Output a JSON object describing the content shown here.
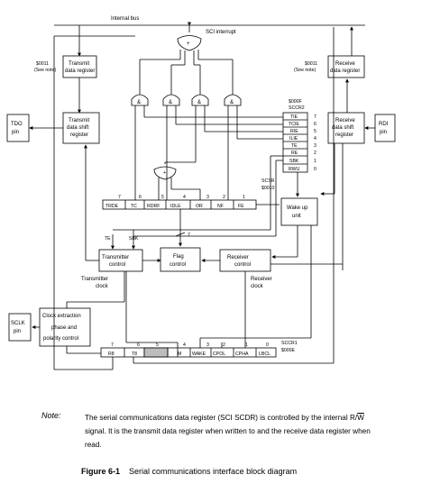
{
  "diagram": {
    "internal_bus": "Internal bus",
    "sci_interrupt": "SCI interrupt",
    "tx_data_reg": {
      "addr": "$0011",
      "see_note": "(See note)",
      "line1": "Transmit",
      "line2": "data register"
    },
    "rx_data_reg": {
      "addr": "$0011",
      "see_note": "(See note)",
      "line1": "Receive",
      "line2": "data register"
    },
    "tx_shift_reg": {
      "line1": "Transmit",
      "line2": "data shift",
      "line3": "register"
    },
    "rx_shift_reg": {
      "line1": "Receive",
      "line2": "data shift",
      "line3": "register"
    },
    "tdo_pin": {
      "line1": "TDO",
      "line2": "pin"
    },
    "rdi_pin": {
      "line1": "RDI",
      "line2": "pin"
    },
    "sclk_pin": {
      "line1": "SCLK",
      "line2": "pin"
    },
    "and_gate": "&",
    "or_gate": "+",
    "sccr2": {
      "addr": "$000F",
      "name": "SCCR2",
      "bits": [
        "TIE",
        "TCIE",
        "RIE",
        "ILIE",
        "TE",
        "RE",
        "SBK",
        "RWU"
      ],
      "nums": [
        "7",
        "6",
        "5",
        "4",
        "3",
        "2",
        "1",
        "0"
      ]
    },
    "scsr": {
      "name": "SCSR",
      "addr": "$0010",
      "bits": [
        "TRDE",
        "TC",
        "RDRF",
        "IDLE",
        "OR",
        "NF",
        "FE"
      ],
      "nums": [
        "7",
        "6",
        "5",
        "4",
        "3",
        "2",
        "1"
      ]
    },
    "wakeup": {
      "line1": "Wake up",
      "line2": "unit"
    },
    "te_label": "TE",
    "sbk_label": "SBK",
    "bus7": "7",
    "tx_control": {
      "line1": "Transmitter",
      "line2": "control"
    },
    "flag_control": {
      "line1": "Flag",
      "line2": "control"
    },
    "rx_control": {
      "line1": "Receiver",
      "line2": "control"
    },
    "tx_clock": {
      "line1": "Transmitter",
      "line2": "clock"
    },
    "rx_clock": {
      "line1": "Receiver",
      "line2": "clock"
    },
    "clock_ext": {
      "line1": "Clock extraction",
      "line2": "phase and",
      "line3": "polarity control"
    },
    "sccr1": {
      "name": "SCCR1",
      "addr": "$000E",
      "bits": [
        "R8",
        "T8",
        "",
        "M",
        "WAKE",
        "CPOL",
        "CPHA",
        "LBCL"
      ],
      "nums": [
        "7",
        "6",
        "5",
        "4",
        "3",
        "2",
        "1",
        "0"
      ]
    }
  },
  "note": {
    "label": "Note:",
    "text_a": "The serial communications data register (SCI SCDR) is controlled by the internal",
    "text_r": "R/",
    "text_w": "W",
    "text_b": " signal. It is the transmit data register when written to and the receive data register when read."
  },
  "caption": {
    "fig": "Figure 6-1",
    "title": "Serial communications interface block diagram"
  }
}
